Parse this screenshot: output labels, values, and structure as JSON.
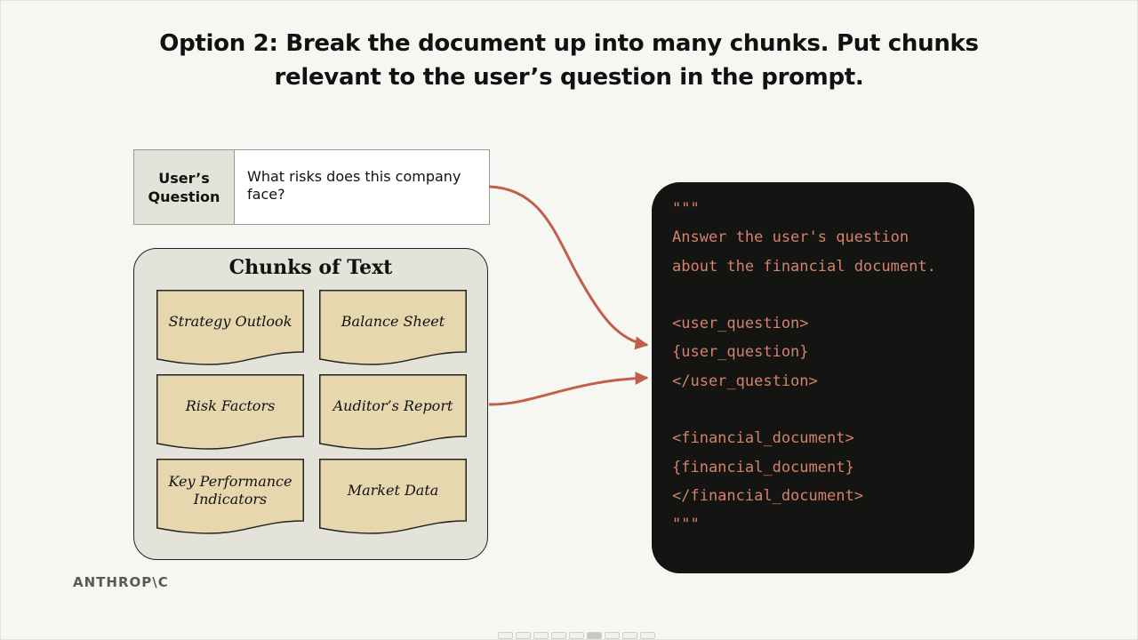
{
  "slide": {
    "title_prefix": "Option 2:",
    "title_rest": "Break the document up into many chunks. Put chunks relevant to the user’s question in the prompt."
  },
  "question": {
    "label": "User’s\nQuestion",
    "text": "What risks does this company face?"
  },
  "chunks_panel": {
    "title": "Chunks of Text",
    "chunks": [
      "Strategy Outlook",
      "Balance Sheet",
      "Risk Factors",
      "Auditor’s Report",
      "Key Performance Indicators",
      "Market Data"
    ]
  },
  "prompt": {
    "text": "\"\"\"\nAnswer the user's question\nabout the financial document.\n\n<user_question>\n{user_question}\n</user_question>\n\n<financial_document>\n{financial_document}\n</financial_document>\n\"\"\""
  },
  "logo": "ANTHROP\\C",
  "colors": {
    "background": "#f6f7f2",
    "chunk_fill": "#e6d7ae",
    "panel_fill": "#e4e3d9",
    "arrow": "#c0604a",
    "prompt_bg": "#141413",
    "prompt_text": "#d4826a"
  },
  "pager": {
    "pages": 9,
    "active": 6
  }
}
